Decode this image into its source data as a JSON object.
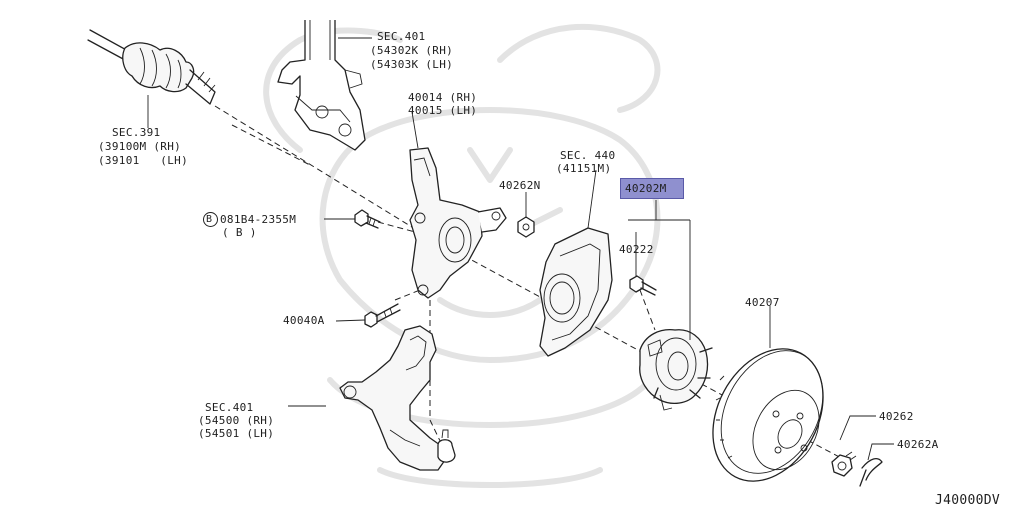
{
  "diagram": {
    "code": "J40000DV",
    "callouts": {
      "driveshaft": [
        "SEC.391",
        "(39100M (RH)",
        "(39101   (LH)"
      ],
      "strut": [
        "SEC.401",
        "(54302K (RH)",
        "(54303K (LH)"
      ],
      "knuckle": [
        "40014 (RH)",
        "40015 (LH)"
      ],
      "baffle": [
        "SEC. 440",
        "(41151M)"
      ],
      "nut_n": "40262N",
      "hub_assembly": "40202M",
      "hub_bolt": "40222",
      "bolt_b": [
        "081B4-2355M",
        "( B )"
      ],
      "bolt_b_symbol": "B",
      "bolt_40040a": "40040A",
      "rotor": "40207",
      "lower_arm": [
        "SEC.401",
        "(54500 (RH)",
        "(54501 (LH)"
      ],
      "nut": "40262",
      "cotter_pin": "40262A"
    },
    "highlight_color": "#8f90cf"
  }
}
